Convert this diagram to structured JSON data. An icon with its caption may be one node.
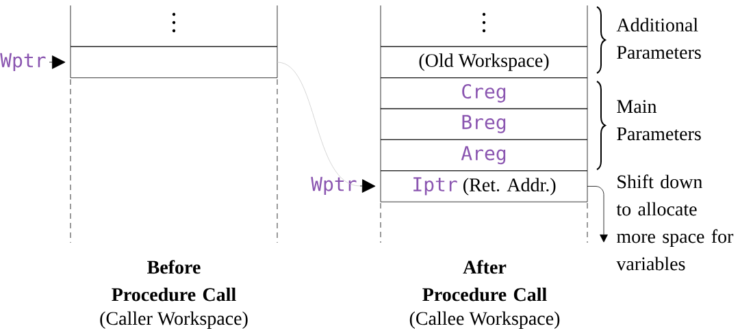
{
  "diagram": {
    "nodes": [
      {
        "text": [],
        "shape": "box"
      },
      {
        "text": [],
        "shape": "box"
      },
      {
        "text": [
          "Wptr"
        ]
      },
      {
        "text": [],
        "shape": "box"
      },
      {
        "text": [
          "(Old Workspace)"
        ]
      },
      {
        "text": [
          "Creg"
        ]
      },
      {
        "text": [
          "Breg"
        ]
      },
      {
        "text": [
          "Areg"
        ]
      },
      {
        "text": [
          "Iptr",
          "(Ret. Addr.)"
        ]
      },
      {
        "text": [
          "Wptr"
        ]
      },
      {
        "text": [
          "Shift down to allocate more space for variables"
        ]
      }
    ],
    "edges": [
      {
        "from": 2,
        "to": 1,
        "arrow": "to"
      },
      {
        "from": 1,
        "to": 9,
        "arrow": "none",
        "color": "#cccccc"
      },
      {
        "from": 9,
        "to": 8,
        "arrow": "to"
      },
      {
        "from": 8,
        "to": 10,
        "arrow": "to"
      }
    ],
    "labels": [
      "Additional Parameters",
      "Main Parameters",
      "Before Procedure Call",
      "(Caller Workspace)",
      "After Procedure Call",
      "(Callee Workspace)"
    ]
  }
}
